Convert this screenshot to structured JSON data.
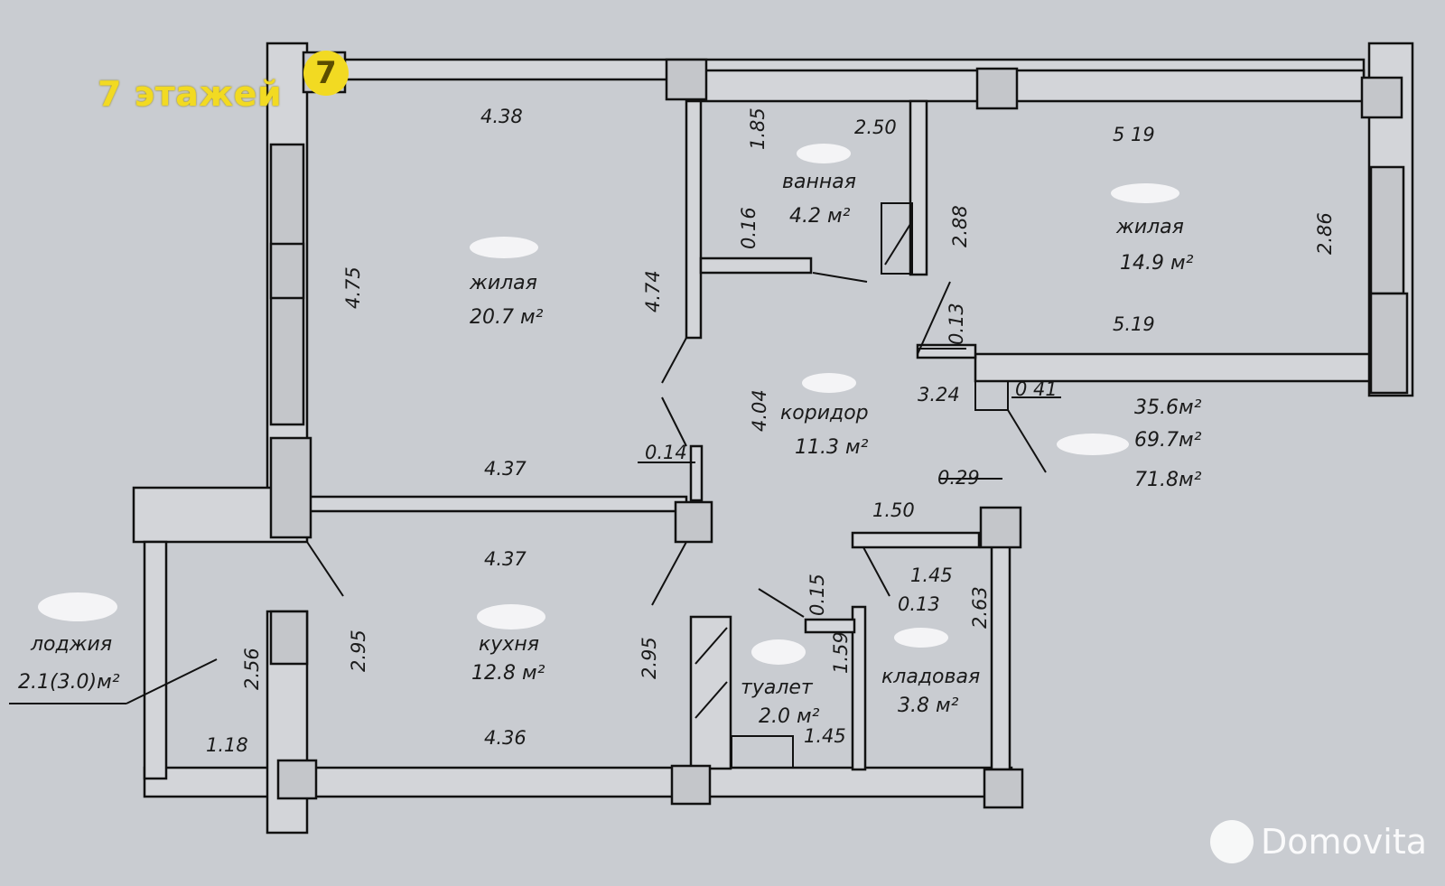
{
  "badge": {
    "floors_text": "7 этажей",
    "logo_glyph": "7",
    "color": "#f2da22"
  },
  "watermark": {
    "brand": "Domovita"
  },
  "rooms": [
    {
      "name": "жилая",
      "area": "20.7 м²"
    },
    {
      "name": "ванная",
      "area": "4.2 м²"
    },
    {
      "name": "жилая",
      "area": "14.9 м²"
    },
    {
      "name": "коридор",
      "area": "11.3 м²"
    },
    {
      "name": "кухня",
      "area": "12.8 м²"
    },
    {
      "name": "туалет",
      "area": "2.0 м²"
    },
    {
      "name": "кладовая",
      "area": "3.8 м²"
    },
    {
      "name": "лоджия",
      "area": "2.1(3.0)м²"
    }
  ],
  "totals": {
    "living": "35.6м²",
    "total": "69.7м²",
    "total_with_loggia": "71.8м²"
  },
  "dimensions": {
    "d_438": "4.38",
    "d_185": "1.85",
    "d_250": "2.50",
    "d_519_top": "5 19",
    "d_475": "4.75",
    "d_474": "4.74",
    "d_016": "0.16",
    "d_288": "2.88",
    "d_286": "2.86",
    "d_013_a": "0.13",
    "d_519_mid": "5.19",
    "d_324": "3.24",
    "d_041": "0 41",
    "d_404": "4.04",
    "d_014": "0.14",
    "d_437_a": "4.37",
    "d_437_b": "4.37",
    "d_029": "0.29",
    "d_150": "1.50",
    "d_145_a": "1.45",
    "d_015": "0.15",
    "d_013_b": "0.13",
    "d_263": "2.63",
    "d_295_a": "2.95",
    "d_295_b": "2.95",
    "d_256": "2.56",
    "d_159": "1.59",
    "d_145_b": "1.45",
    "d_118": "1.18",
    "d_436": "4.36"
  }
}
